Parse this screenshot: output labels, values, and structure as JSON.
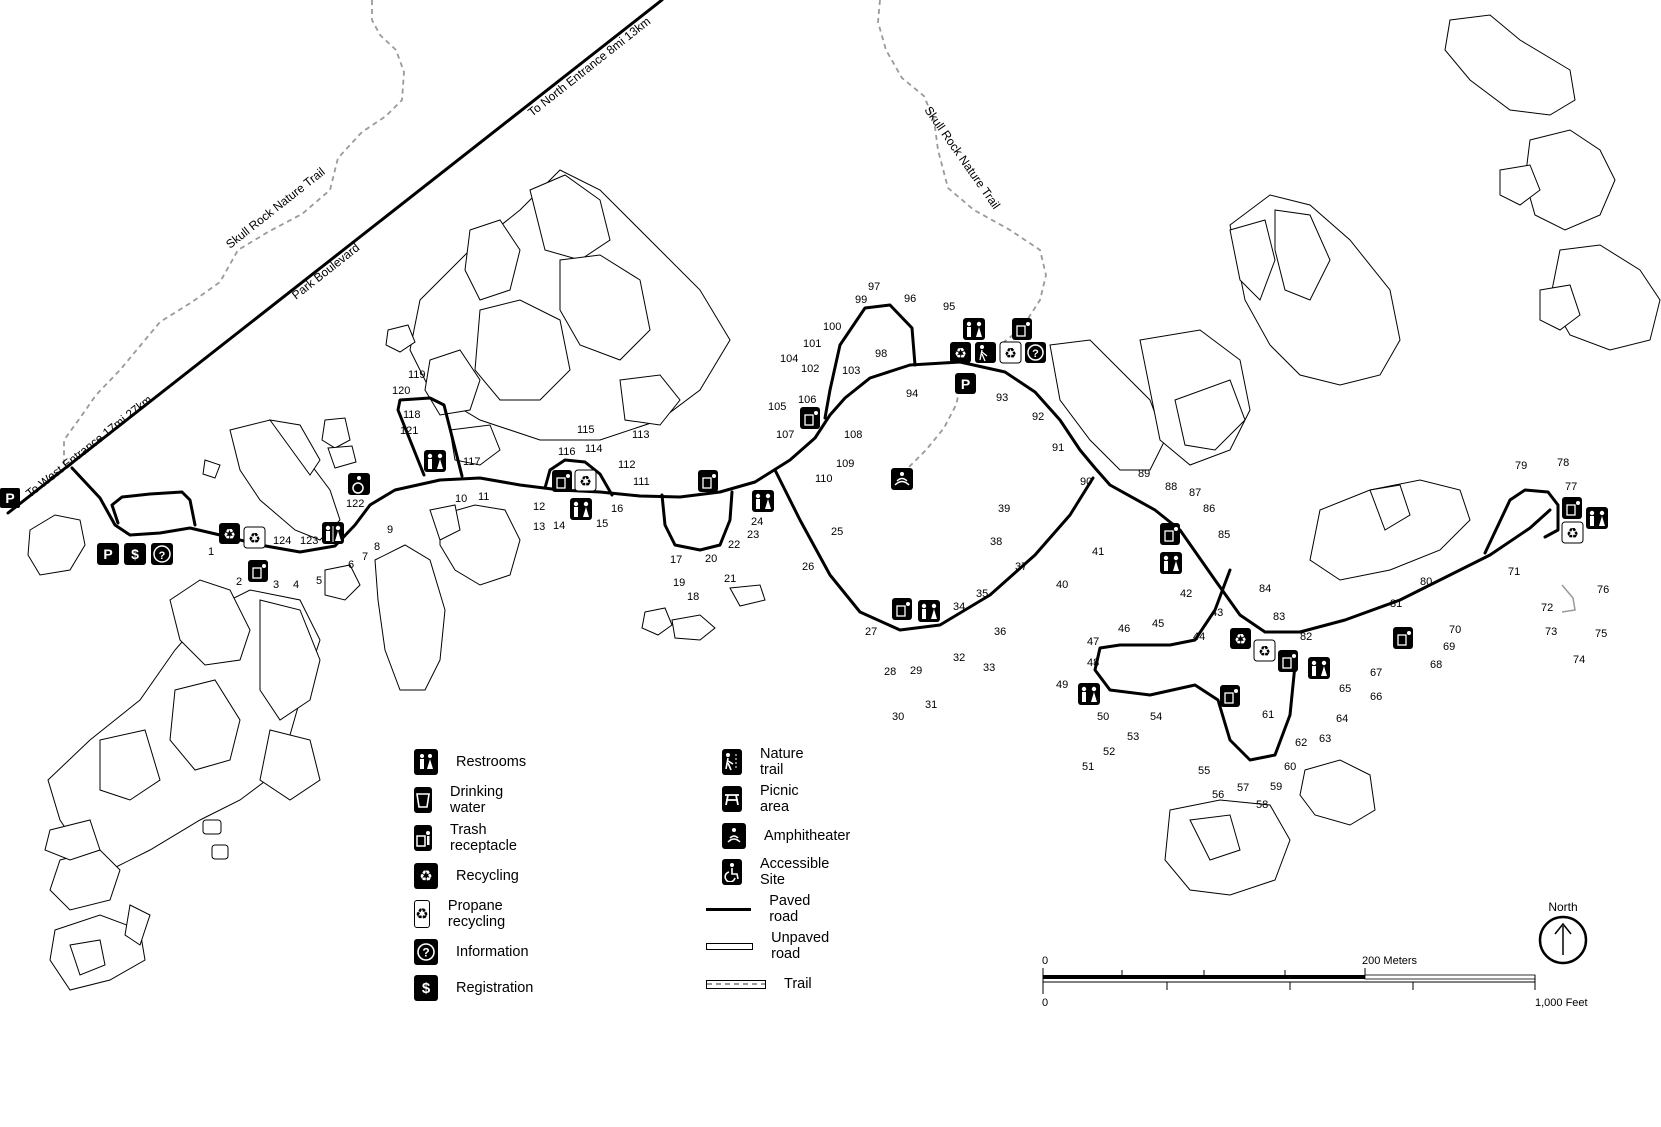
{
  "roads": {
    "park_boulevard": "Park Boulevard",
    "to_north_entrance": "To North Entrance 8mi 13km",
    "to_west_entrance": "To West Entrance 17mi 27km"
  },
  "trails": {
    "skull_rock_nature_trail_west": "Skull Rock Nature Trail",
    "skull_rock_nature_trail_east": "Skull Rock Nature Trail"
  },
  "symbols": {
    "parking": "P",
    "registration": "$",
    "information": "?",
    "recycle": "♻"
  },
  "sites": [
    "1",
    "2",
    "3",
    "4",
    "5",
    "6",
    "7",
    "8",
    "9",
    "10",
    "11",
    "12",
    "13",
    "14",
    "15",
    "16",
    "17",
    "18",
    "19",
    "20",
    "21",
    "22",
    "23",
    "24",
    "25",
    "26",
    "27",
    "28",
    "29",
    "30",
    "31",
    "32",
    "33",
    "34",
    "35",
    "36",
    "37",
    "38",
    "39",
    "40",
    "41",
    "42",
    "43",
    "44",
    "45",
    "46",
    "47",
    "48",
    "49",
    "50",
    "51",
    "52",
    "53",
    "54",
    "55",
    "56",
    "57",
    "58",
    "59",
    "60",
    "61",
    "62",
    "63",
    "64",
    "65",
    "66",
    "67",
    "68",
    "69",
    "70",
    "71",
    "72",
    "73",
    "74",
    "75",
    "76",
    "77",
    "78",
    "79",
    "80",
    "81",
    "82",
    "83",
    "84",
    "85",
    "86",
    "87",
    "88",
    "89",
    "90",
    "91",
    "92",
    "93",
    "94",
    "95",
    "96",
    "97",
    "98",
    "99",
    "100",
    "101",
    "102",
    "103",
    "104",
    "105",
    "106",
    "107",
    "108",
    "109",
    "110",
    "111",
    "112",
    "113",
    "114",
    "115",
    "116",
    "117",
    "118",
    "119",
    "120",
    "121",
    "122",
    "123",
    "124"
  ],
  "legend": {
    "left": [
      {
        "icon": "restrooms-icon",
        "label": "Restrooms"
      },
      {
        "icon": "drinking-water-icon",
        "label": "Drinking water"
      },
      {
        "icon": "trash-receptacle-icon",
        "label": "Trash receptacle"
      },
      {
        "icon": "recycling-icon",
        "label": "Recycling"
      },
      {
        "icon": "propane-recycling-icon",
        "label": "Propane recycling"
      },
      {
        "icon": "information-icon",
        "label": "Information"
      },
      {
        "icon": "registration-icon",
        "label": "Registration"
      }
    ],
    "right": [
      {
        "icon": "nature-trail-icon",
        "label": "Nature trail"
      },
      {
        "icon": "picnic-area-icon",
        "label": "Picnic area"
      },
      {
        "icon": "amphitheater-icon",
        "label": "Amphitheater"
      },
      {
        "icon": "accessible-site-icon",
        "label": "Accessible Site"
      },
      {
        "icon": "paved-road-icon",
        "label": "Paved road"
      },
      {
        "icon": "unpaved-road-icon",
        "label": "Unpaved road"
      },
      {
        "icon": "trail-icon",
        "label": "Trail"
      }
    ]
  },
  "scale": {
    "meters_zero": "0",
    "meters_label": "200 Meters",
    "feet_zero": "0",
    "feet_label": "1,000 Feet"
  },
  "north": {
    "label": "North"
  }
}
